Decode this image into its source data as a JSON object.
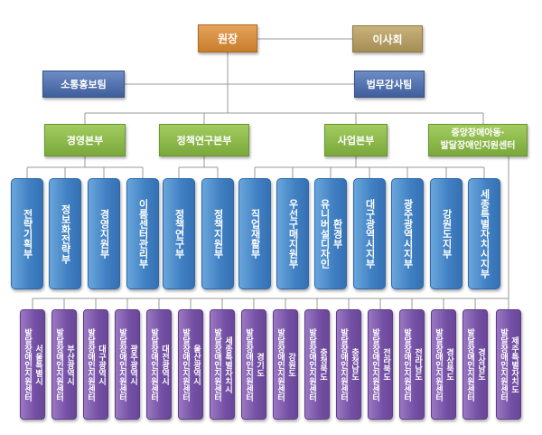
{
  "top": {
    "director": "원장",
    "board": "이사회",
    "communication": "소통홍보팀",
    "legal": "법무감사팀"
  },
  "divisions": [
    {
      "label": "경영본부"
    },
    {
      "label": "정책연구본부"
    },
    {
      "label": "사업본부"
    },
    {
      "line1": "중앙장애아동·",
      "line2": "발달장애인지원센터"
    }
  ],
  "departments": [
    {
      "label": "전략기획부"
    },
    {
      "label": "정보화전략부"
    },
    {
      "label": "경영지원부"
    },
    {
      "label": "이룸센터관리부"
    },
    {
      "label": "정책연구부"
    },
    {
      "label": "정책지원부"
    },
    {
      "label": "직업재활부"
    },
    {
      "label": "우선구매지원부"
    },
    {
      "line1": "유니버설디자인",
      "line2": "환경부"
    },
    {
      "label": "대구광역시지부"
    },
    {
      "label": "광주광역시지부"
    },
    {
      "label": "강원도지부"
    },
    {
      "label": "세종특별자치시지부"
    }
  ],
  "centers": [
    {
      "region": "서울특별시",
      "name": "발달장애인지원센터"
    },
    {
      "region": "부산광역시",
      "name": "발달장애인지원센터"
    },
    {
      "region": "대구광역시",
      "name": "발달장애인지원센터"
    },
    {
      "region": "광주광역시",
      "name": "발달장애인지원센터"
    },
    {
      "region": "대전광역시",
      "name": "발달장애인지원센터"
    },
    {
      "region": "울산광역시",
      "name": "발달장애인지원센터"
    },
    {
      "region": "세종특별자치시",
      "name": "발달장애인지원센터"
    },
    {
      "region": "경기도",
      "name": "발달장애인지원센터"
    },
    {
      "region": "강원도",
      "name": "발달장애인지원센터"
    },
    {
      "region": "충청북도",
      "name": "발달장애인지원센터"
    },
    {
      "region": "충청남도",
      "name": "발달장애인지원센터"
    },
    {
      "region": "전라북도",
      "name": "발달장애인지원센터"
    },
    {
      "region": "전라남도",
      "name": "발달장애인지원센터"
    },
    {
      "region": "경상북도",
      "name": "발달장애인지원센터"
    },
    {
      "region": "경상남도",
      "name": "발달장애인지원센터"
    },
    {
      "region": "제주특별자치도",
      "name": "발달장애인지원센터"
    }
  ]
}
